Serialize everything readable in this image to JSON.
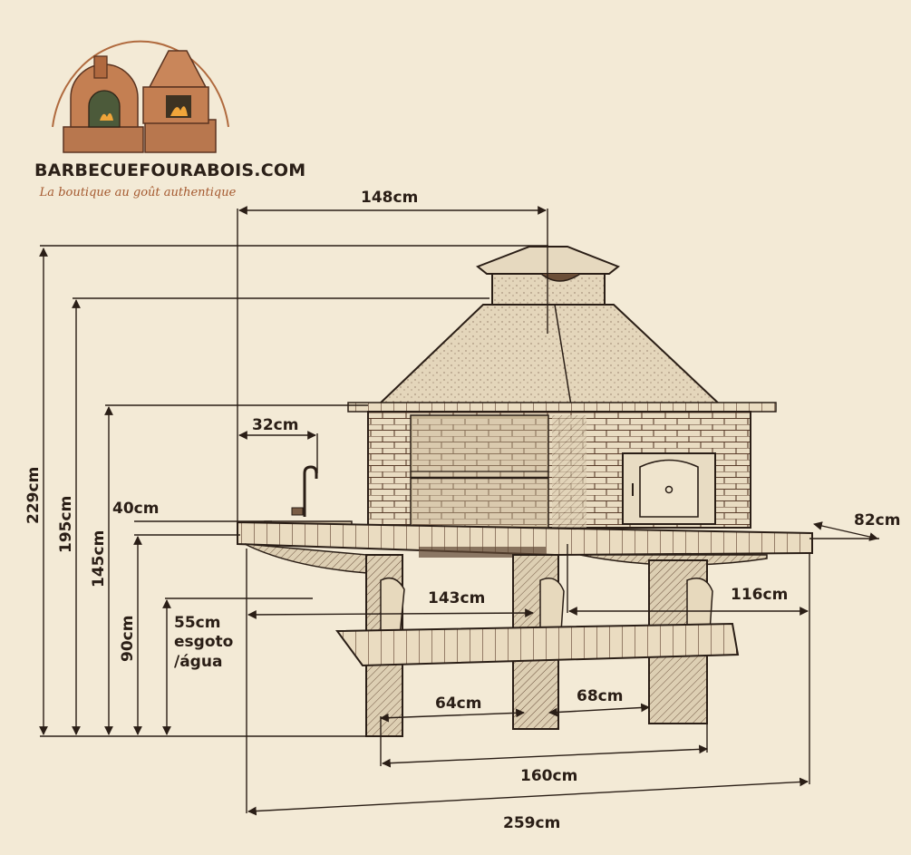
{
  "logo": {
    "brand": "BARBECUEFOURABOIS.COM",
    "tagline": "La boutique au goût authentique"
  },
  "dimensions": {
    "hood_width": "148cm",
    "total_height": "229cm",
    "chimney_base_height": "195cm",
    "hood_height": "145cm",
    "sink_offset": "32cm",
    "faucet_height": "40cm",
    "counter_height": "90cm",
    "drain_height": "55cm",
    "drain_label_1": "esgoto",
    "drain_label_2": "/água",
    "inner_width": "143cm",
    "right_span": "116cm",
    "depth": "82cm",
    "left_base": "64cm",
    "right_base": "68cm",
    "base_width": "160cm",
    "total_width": "259cm"
  },
  "colors": {
    "background": "#f3ead6",
    "ink": "#2a1e16",
    "brick": "#b8774e",
    "accent": "#a4582e"
  }
}
